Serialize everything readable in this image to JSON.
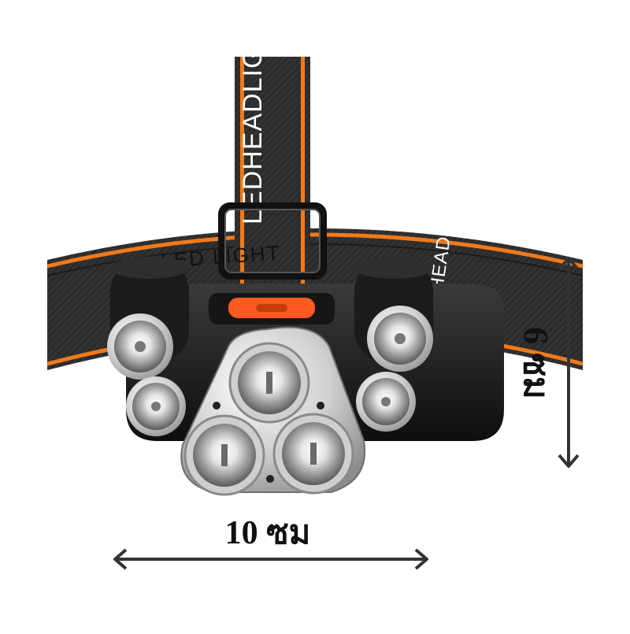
{
  "dimensions": {
    "width_label": "10 ซม",
    "height_label": "6 ซม"
  },
  "strap": {
    "vertical_print": "LEDHEADLIGHT",
    "left_print": "LED LIGHT",
    "right_print": "LEDHEADLIGHT"
  },
  "colors": {
    "strap": "#2b2b2b",
    "stripe": "#f07a1a",
    "housing": "#1a1a1a",
    "button": "#ff5a1f",
    "chrome": "#d9d9d9"
  },
  "icons": [
    "double-arrow-horizontal-icon",
    "double-arrow-vertical-icon"
  ]
}
